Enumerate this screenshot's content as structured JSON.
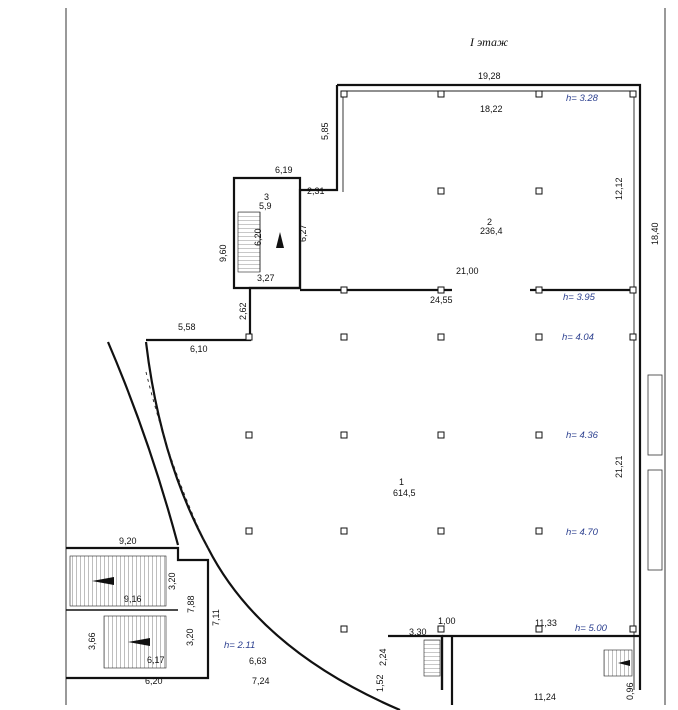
{
  "title": "I этаж",
  "dimensions": {
    "d1928": "19,28",
    "d1822": "18,22",
    "d585": "5,85",
    "d619": "6,19",
    "d231": "2,31",
    "d1212": "12,12",
    "d1840": "18,40",
    "d960": "9,60",
    "d620": "6,20",
    "d627": "6,27",
    "d327": "3,27",
    "d2100": "21,00",
    "d2455": "24,55",
    "d262": "2,62",
    "d558": "5,58",
    "d610": "6,10",
    "d2121": "21,21",
    "d920": "9,20",
    "d320a": "3,20",
    "d916": "9,16",
    "d788": "7,88",
    "d711": "7,11",
    "d320b": "3,20",
    "d366": "3,66",
    "d617": "6,17",
    "d663": "6,63",
    "d620b": "6,20",
    "d724": "7,24",
    "d100": "1,00",
    "d1133": "11,33",
    "d330": "3,30",
    "d224": "2,24",
    "d152": "1,52",
    "d1124": "11,24",
    "d096": "0,96"
  },
  "rooms": [
    {
      "number": "1",
      "area": "614,5"
    },
    {
      "number": "2",
      "area": "236,4"
    },
    {
      "number": "3",
      "area": "5,9"
    }
  ],
  "heights": {
    "h1": "h= 3.28",
    "h2": "h= 3.95",
    "h3": "h= 4.04",
    "h4": "h= 4.36",
    "h5": "h= 4.70",
    "h6": "h= 5.00",
    "h7": "h= 2.11"
  }
}
